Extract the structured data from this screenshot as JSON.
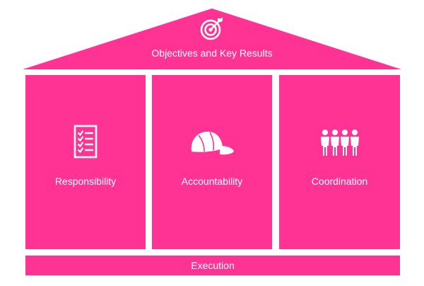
{
  "colors": {
    "primary": "#ff3394",
    "text": "#ffffff",
    "background": "#ffffff"
  },
  "roof": {
    "title": "Objectives and Key Results",
    "icon": "target-arrow-icon"
  },
  "pillars": [
    {
      "label": "Responsibility",
      "icon": "checklist-icon"
    },
    {
      "label": "Accountability",
      "icon": "cap-icon"
    },
    {
      "label": "Coordination",
      "icon": "people-group-icon"
    }
  ],
  "base": {
    "label": "Execution"
  }
}
